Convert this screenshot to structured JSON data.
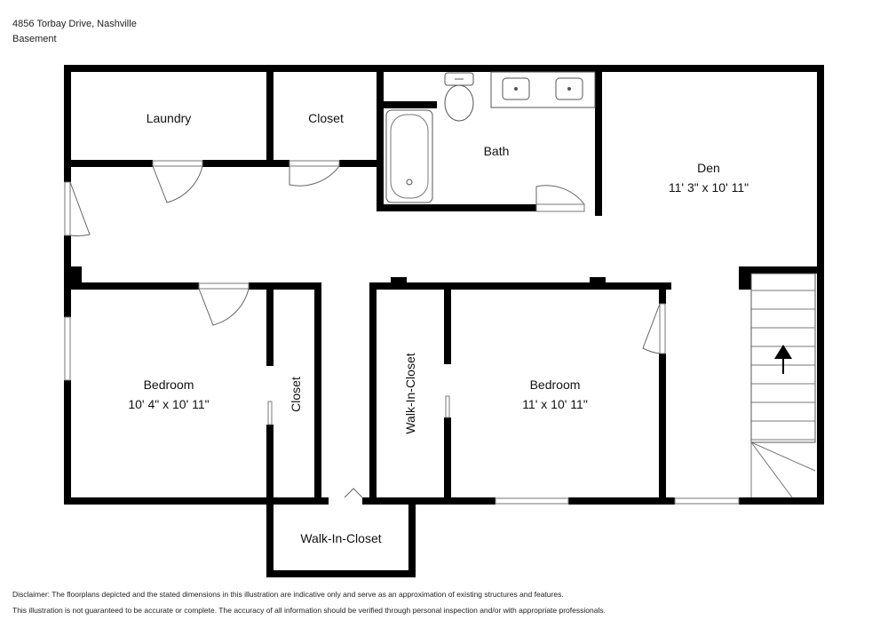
{
  "header": {
    "address": "4856 Torbay Drive, Nashville",
    "floor": "Basement"
  },
  "rooms": {
    "laundry": {
      "name": "Laundry"
    },
    "closet_top": {
      "name": "Closet"
    },
    "bath": {
      "name": "Bath"
    },
    "den": {
      "name": "Den",
      "dims": "11' 3\" x 10' 11\""
    },
    "bedroom_left": {
      "name": "Bedroom",
      "dims": "10' 4\" x 10' 11\""
    },
    "closet_left": {
      "name": "Closet"
    },
    "walk_in_closet_vertical": {
      "name": "Walk-In-Closet"
    },
    "bedroom_right": {
      "name": "Bedroom",
      "dims": "11' x 10' 11\""
    },
    "walk_in_closet_bottom": {
      "name": "Walk-In-Closet"
    }
  },
  "stairs": {
    "direction": "up",
    "icon": "arrow-up-icon"
  },
  "disclaimer": {
    "line1": "Disclaimer: The floorplans depicted and the stated dimensions in this illustration are indicative only and serve as an approximation of existing structures and features.",
    "line2": "This illustration is not guaranteed to be accurate or complete. The accuracy of all information should be verified through personal inspection and/or with appropriate professionals."
  }
}
